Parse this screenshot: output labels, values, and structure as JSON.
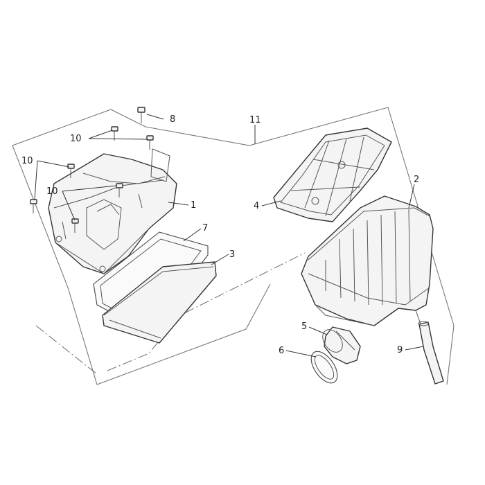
{
  "callouts": {
    "c1": "1",
    "c2": "2",
    "c3": "3",
    "c4": "4",
    "c5": "5",
    "c6": "6",
    "c7": "7",
    "c8": "8",
    "c9": "9",
    "c10a": "10",
    "c10b": "10",
    "c10c": "10",
    "c11": "11"
  }
}
